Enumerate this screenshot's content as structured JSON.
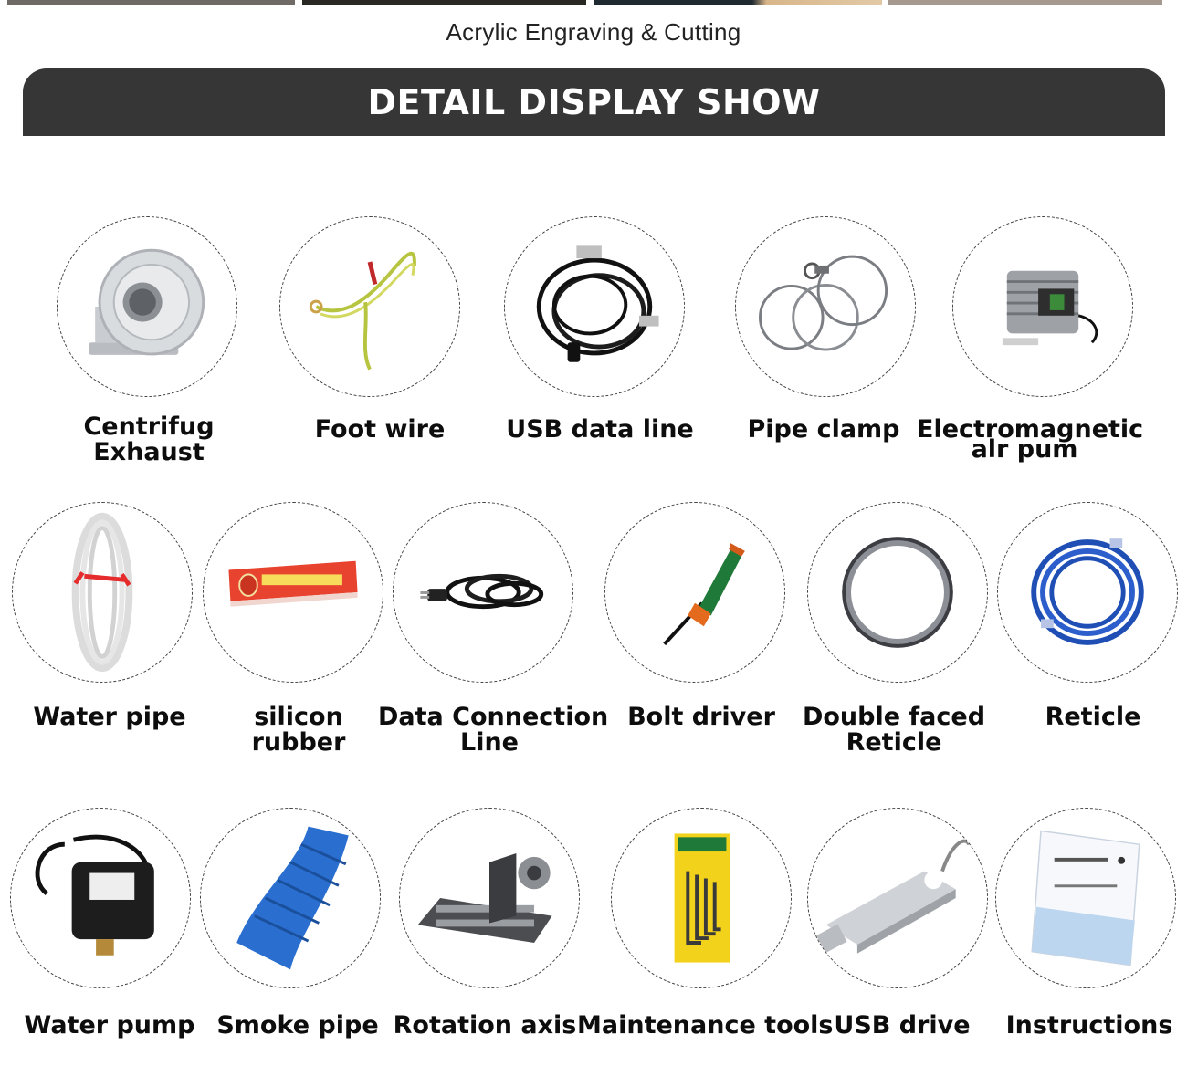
{
  "caption": "Acrylic Engraving & Cutting",
  "banner_title": "DETAIL DISPLAY SHOW",
  "items": [
    {
      "icon": "centrifugal-exhaust-fan-icon",
      "lines": [
        "Centrifug",
        "Exhaust"
      ]
    },
    {
      "icon": "foot-wire-icon",
      "lines": [
        "Foot wire"
      ]
    },
    {
      "icon": "usb-cable-icon",
      "lines": [
        "USB data line"
      ]
    },
    {
      "icon": "pipe-clamp-icon",
      "lines": [
        "Pipe clamp"
      ]
    },
    {
      "icon": "air-pump-icon",
      "lines": [
        "Electromagnetic",
        "alr pum"
      ]
    },
    {
      "icon": "water-pipe-icon",
      "lines": [
        "Water pipe"
      ]
    },
    {
      "icon": "silicone-tube-icon",
      "lines": [
        "silicon",
        "rubber"
      ]
    },
    {
      "icon": "power-cable-icon",
      "lines": [
        "Data Connection",
        "Line"
      ]
    },
    {
      "icon": "screwdriver-icon",
      "lines": [
        "Bolt driver"
      ]
    },
    {
      "icon": "tape-roll-icon",
      "lines": [
        "Double faced",
        "Reticle"
      ]
    },
    {
      "icon": "network-cable-icon",
      "lines": [
        "Reticle"
      ]
    },
    {
      "icon": "water-pump-icon",
      "lines": [
        "Water pump"
      ]
    },
    {
      "icon": "smoke-pipe-icon",
      "lines": [
        "Smoke pipe"
      ]
    },
    {
      "icon": "rotation-axis-icon",
      "lines": [
        "Rotation axis"
      ]
    },
    {
      "icon": "hex-key-set-icon",
      "lines": [
        "Maintenance tools"
      ]
    },
    {
      "icon": "usb-drive-icon",
      "lines": [
        "USB drive"
      ]
    },
    {
      "icon": "manual-icon",
      "lines": [
        "Instructions"
      ]
    }
  ],
  "colors": {
    "banner": "#363636",
    "text": "#0d0d0d",
    "circle_border": "#444444"
  }
}
